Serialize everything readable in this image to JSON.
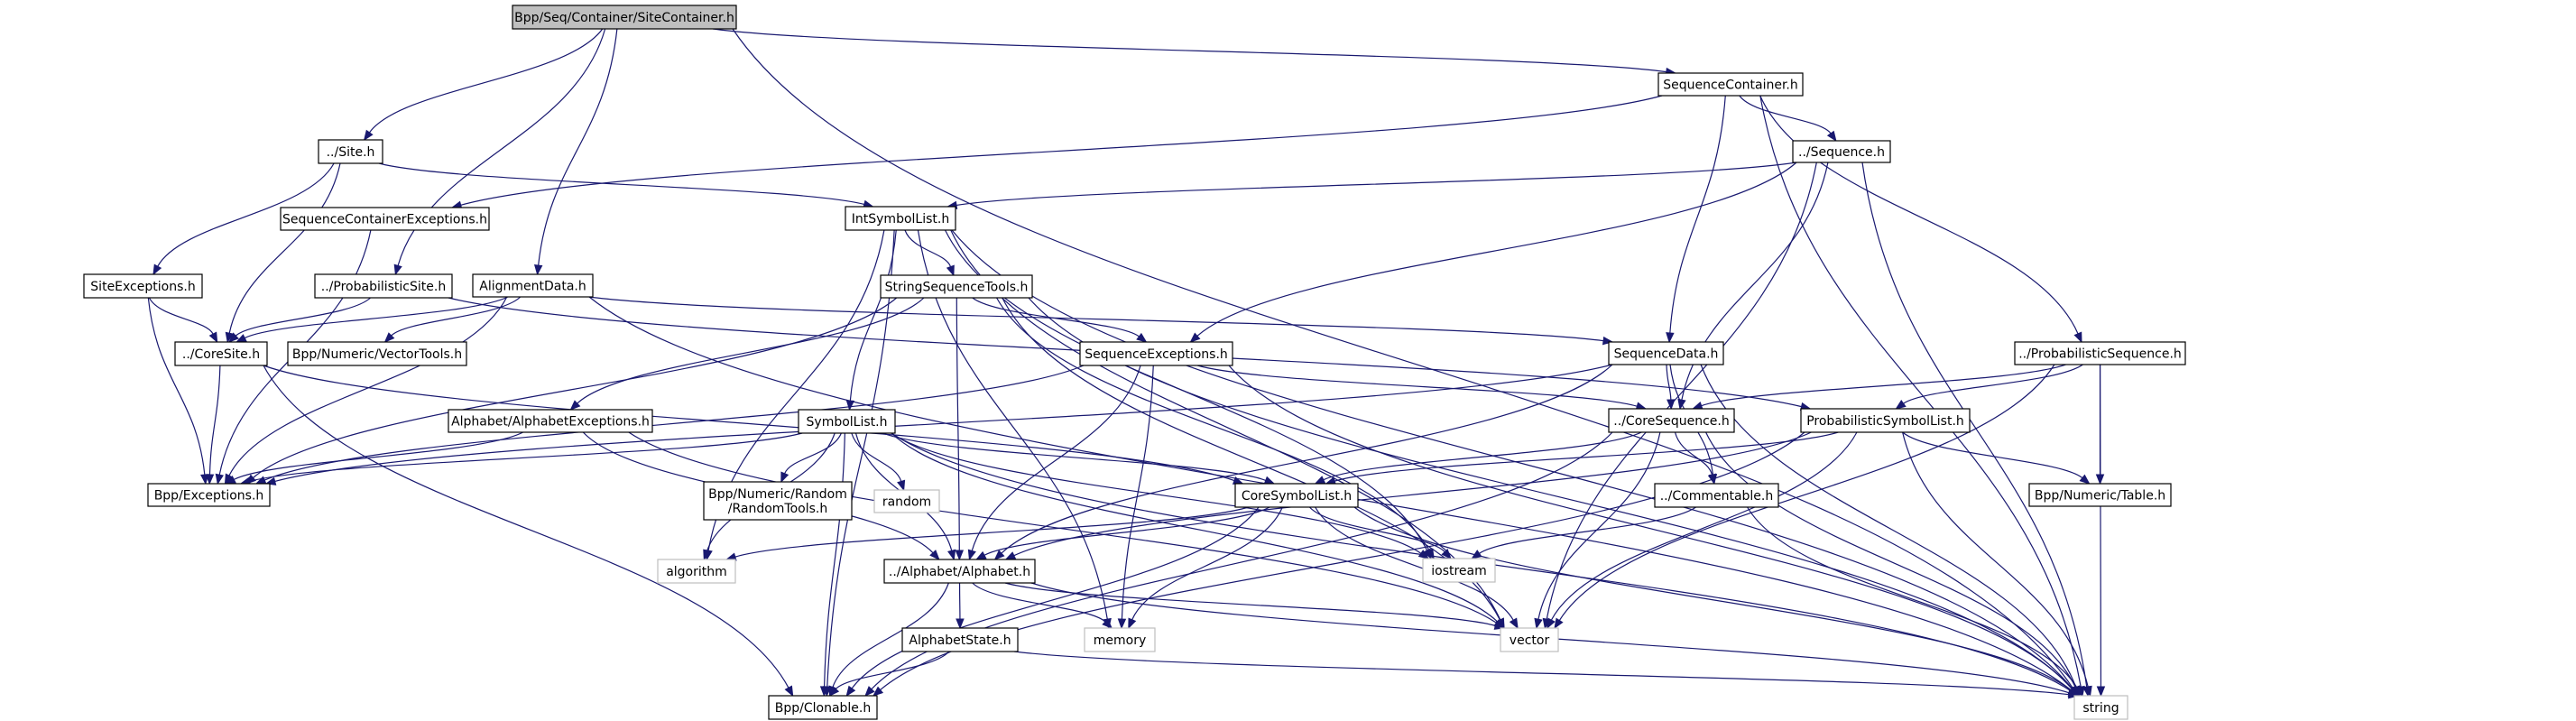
{
  "title": "Include dependency graph for Bpp/Seq/Container/SiteContainer.h",
  "colors": {
    "edge": "#191970",
    "main_fill": "#bfbfbf",
    "external_border": "#bfbfbf"
  },
  "nodes": [
    {
      "id": "sitecontainer",
      "label": "Bpp/Seq/Container/SiteContainer.h",
      "kind": "main"
    },
    {
      "id": "sequencecontainer",
      "label": "SequenceContainer.h",
      "kind": "internal"
    },
    {
      "id": "site",
      "label": "../Site.h",
      "kind": "internal"
    },
    {
      "id": "sequence",
      "label": "../Sequence.h",
      "kind": "internal"
    },
    {
      "id": "seqcontainerexceptions",
      "label": "SequenceContainerExceptions.h",
      "kind": "internal"
    },
    {
      "id": "intsymbollist",
      "label": "IntSymbolList.h",
      "kind": "internal"
    },
    {
      "id": "siteexceptions",
      "label": "SiteExceptions.h",
      "kind": "internal"
    },
    {
      "id": "probabilisticsite",
      "label": "../ProbabilisticSite.h",
      "kind": "internal"
    },
    {
      "id": "alignmentdata",
      "label": "AlignmentData.h",
      "kind": "internal"
    },
    {
      "id": "stringsequencetools",
      "label": "StringSequenceTools.h",
      "kind": "internal"
    },
    {
      "id": "coresite",
      "label": "../CoreSite.h",
      "kind": "internal"
    },
    {
      "id": "vectortools",
      "label": "Bpp/Numeric/VectorTools.h",
      "kind": "internal"
    },
    {
      "id": "sequenceexceptions",
      "label": "SequenceExceptions.h",
      "kind": "internal"
    },
    {
      "id": "sequencedata",
      "label": "SequenceData.h",
      "kind": "internal"
    },
    {
      "id": "probabilisticsequence",
      "label": "../ProbabilisticSequence.h",
      "kind": "internal"
    },
    {
      "id": "alphabetexceptions",
      "label": "Alphabet/AlphabetExceptions.h",
      "kind": "internal"
    },
    {
      "id": "symbollist",
      "label": "SymbolList.h",
      "kind": "internal"
    },
    {
      "id": "coresequence",
      "label": "../CoreSequence.h",
      "kind": "internal"
    },
    {
      "id": "probabilisticsymbollist",
      "label": "ProbabilisticSymbolList.h",
      "kind": "internal"
    },
    {
      "id": "exceptions",
      "label": "Bpp/Exceptions.h",
      "kind": "internal"
    },
    {
      "id": "randomtools",
      "label": "Bpp/Numeric/Random\n/RandomTools.h",
      "kind": "internal"
    },
    {
      "id": "random",
      "label": "random",
      "kind": "external"
    },
    {
      "id": "coresymbollist",
      "label": "CoreSymbolList.h",
      "kind": "internal"
    },
    {
      "id": "commentable",
      "label": "../Commentable.h",
      "kind": "internal"
    },
    {
      "id": "table",
      "label": "Bpp/Numeric/Table.h",
      "kind": "internal"
    },
    {
      "id": "algorithm",
      "label": "algorithm",
      "kind": "external"
    },
    {
      "id": "alphabet",
      "label": "../Alphabet/Alphabet.h",
      "kind": "internal"
    },
    {
      "id": "iostream",
      "label": "iostream",
      "kind": "external"
    },
    {
      "id": "alphabetstate",
      "label": "AlphabetState.h",
      "kind": "internal"
    },
    {
      "id": "memory",
      "label": "memory",
      "kind": "external"
    },
    {
      "id": "vector",
      "label": "vector",
      "kind": "external"
    },
    {
      "id": "clonable",
      "label": "Bpp/Clonable.h",
      "kind": "internal"
    },
    {
      "id": "string",
      "label": "string",
      "kind": "external"
    }
  ],
  "edges": [
    [
      "sitecontainer",
      "site"
    ],
    [
      "sitecontainer",
      "sequencecontainer"
    ],
    [
      "sitecontainer",
      "probabilisticsite"
    ],
    [
      "sitecontainer",
      "alignmentdata"
    ],
    [
      "sitecontainer",
      "string"
    ],
    [
      "sequencecontainer",
      "seqcontainerexceptions"
    ],
    [
      "sequencecontainer",
      "sequence"
    ],
    [
      "sequencecontainer",
      "sequencedata"
    ],
    [
      "sequencecontainer",
      "probabilisticsequence"
    ],
    [
      "sequencecontainer",
      "string"
    ],
    [
      "site",
      "siteexceptions"
    ],
    [
      "site",
      "coresite"
    ],
    [
      "site",
      "intsymbollist"
    ],
    [
      "sequence",
      "intsymbollist"
    ],
    [
      "sequence",
      "sequenceexceptions"
    ],
    [
      "sequence",
      "coresequence"
    ],
    [
      "sequence",
      "vector"
    ],
    [
      "sequence",
      "string"
    ],
    [
      "seqcontainerexceptions",
      "exceptions"
    ],
    [
      "intsymbollist",
      "stringsequencetools"
    ],
    [
      "intsymbollist",
      "symbollist"
    ],
    [
      "intsymbollist",
      "clonable"
    ],
    [
      "intsymbollist",
      "algorithm"
    ],
    [
      "intsymbollist",
      "iostream"
    ],
    [
      "intsymbollist",
      "vector"
    ],
    [
      "intsymbollist",
      "string"
    ],
    [
      "intsymbollist",
      "memory"
    ],
    [
      "siteexceptions",
      "coresite"
    ],
    [
      "siteexceptions",
      "exceptions"
    ],
    [
      "probabilisticsite",
      "coresite"
    ],
    [
      "probabilisticsite",
      "probabilisticsymbollist"
    ],
    [
      "alignmentdata",
      "coresite"
    ],
    [
      "alignmentdata",
      "vectortools"
    ],
    [
      "alignmentdata",
      "exceptions"
    ],
    [
      "alignmentdata",
      "sequencedata"
    ],
    [
      "alignmentdata",
      "string"
    ],
    [
      "stringsequencetools",
      "sequenceexceptions"
    ],
    [
      "stringsequencetools",
      "alphabetexceptions"
    ],
    [
      "stringsequencetools",
      "exceptions"
    ],
    [
      "stringsequencetools",
      "alphabet"
    ],
    [
      "stringsequencetools",
      "vector"
    ],
    [
      "stringsequencetools",
      "string"
    ],
    [
      "stringsequencetools",
      "iostream"
    ],
    [
      "coresite",
      "clonable"
    ],
    [
      "coresite",
      "coresymbollist"
    ],
    [
      "coresite",
      "exceptions"
    ],
    [
      "sequenceexceptions",
      "exceptions"
    ],
    [
      "sequenceexceptions",
      "alphabet"
    ],
    [
      "sequenceexceptions",
      "coresequence"
    ],
    [
      "sequenceexceptions",
      "memory"
    ],
    [
      "sequenceexceptions",
      "string"
    ],
    [
      "sequencedata",
      "coresequence"
    ],
    [
      "sequencedata",
      "commentable"
    ],
    [
      "sequencedata",
      "alphabet"
    ],
    [
      "sequencedata",
      "exceptions"
    ],
    [
      "sequencedata",
      "string"
    ],
    [
      "probabilisticsequence",
      "coresequence"
    ],
    [
      "probabilisticsequence",
      "probabilisticsymbollist"
    ],
    [
      "probabilisticsequence",
      "table"
    ],
    [
      "probabilisticsequence",
      "string"
    ],
    [
      "probabilisticsequence",
      "vector"
    ],
    [
      "alphabetexceptions",
      "exceptions"
    ],
    [
      "alphabetexceptions",
      "alphabet"
    ],
    [
      "alphabetexceptions",
      "vector"
    ],
    [
      "symbollist",
      "randomtools"
    ],
    [
      "symbollist",
      "random"
    ],
    [
      "symbollist",
      "coresymbollist"
    ],
    [
      "symbollist",
      "exceptions"
    ],
    [
      "symbollist",
      "alphabet"
    ],
    [
      "symbollist",
      "algorithm"
    ],
    [
      "symbollist",
      "clonable"
    ],
    [
      "symbollist",
      "vector"
    ],
    [
      "symbollist",
      "string"
    ],
    [
      "symbollist",
      "iostream"
    ],
    [
      "coresequence",
      "commentable"
    ],
    [
      "coresequence",
      "coresymbollist"
    ],
    [
      "coresequence",
      "vector"
    ],
    [
      "coresequence",
      "string"
    ],
    [
      "coresequence",
      "clonable"
    ],
    [
      "probabilisticsymbollist",
      "coresymbollist"
    ],
    [
      "probabilisticsymbollist",
      "table"
    ],
    [
      "probabilisticsymbollist",
      "alphabet"
    ],
    [
      "probabilisticsymbollist",
      "vector"
    ],
    [
      "probabilisticsymbollist",
      "string"
    ],
    [
      "probabilisticsymbollist",
      "clonable"
    ],
    [
      "coresymbollist",
      "alphabet"
    ],
    [
      "coresymbollist",
      "algorithm"
    ],
    [
      "coresymbollist",
      "iostream"
    ],
    [
      "coresymbollist",
      "memory"
    ],
    [
      "coresymbollist",
      "vector"
    ],
    [
      "coresymbollist",
      "string"
    ],
    [
      "coresymbollist",
      "clonable"
    ],
    [
      "commentable",
      "iostream"
    ],
    [
      "commentable",
      "string"
    ],
    [
      "alphabet",
      "alphabetstate"
    ],
    [
      "alphabet",
      "memory"
    ],
    [
      "alphabet",
      "vector"
    ],
    [
      "alphabet",
      "string"
    ],
    [
      "alphabet",
      "clonable"
    ],
    [
      "alphabetstate",
      "clonable"
    ],
    [
      "alphabetstate",
      "string"
    ]
  ]
}
